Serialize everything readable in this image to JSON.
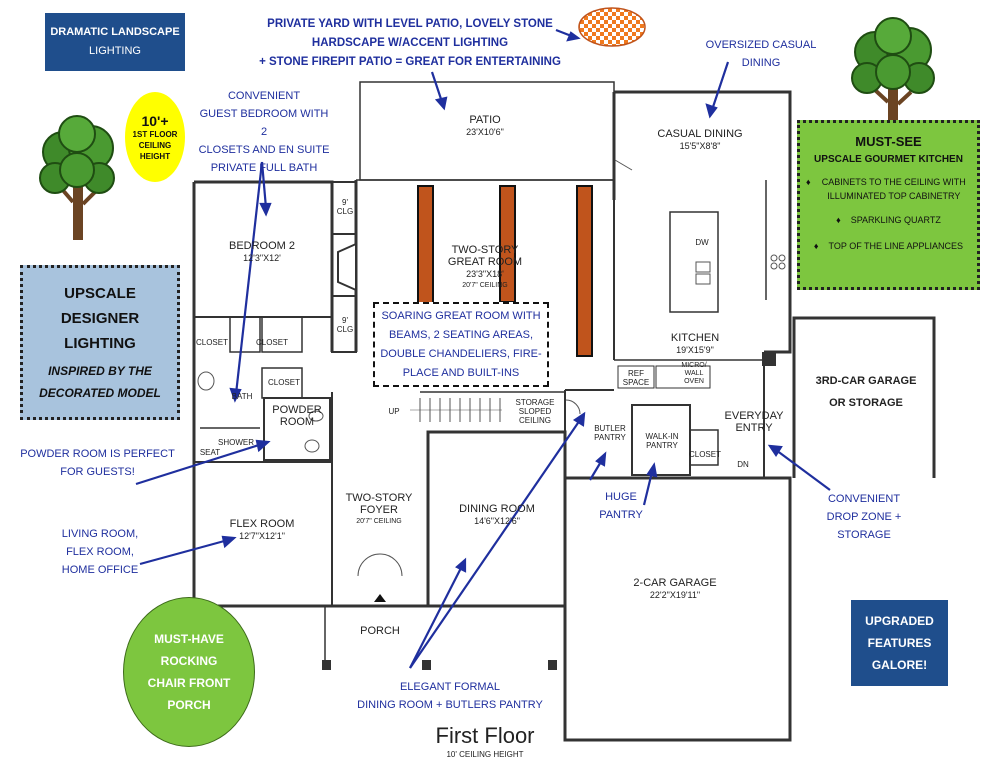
{
  "badges": {
    "landscape_lighting": [
      "DRAMATIC LANDSCAPE",
      "LIGHTING"
    ],
    "ceiling_height": [
      "10'+",
      "1ST FLOOR",
      "CEILING",
      "HEIGHT"
    ],
    "designer_lighting": [
      "UPSCALE",
      "DESIGNER",
      "LIGHTING"
    ],
    "designer_lighting_note": [
      "INSPIRED BY THE",
      "DECORATED MODEL"
    ],
    "kitchen_title": "MUST-SEE",
    "kitchen_subtitle": "UPSCALE GOURMET KITCHEN",
    "kitchen_features": [
      "CABINETS TO THE CEILING WITH ILLUMINATED TOP CABINETRY",
      "SPARKLING QUARTZ",
      "TOP OF THE LINE APPLIANCES"
    ],
    "porch": [
      "MUST-HAVE",
      "ROCKING",
      "CHAIR FRONT",
      "PORCH"
    ],
    "upgraded": [
      "UPGRADED",
      "FEATURES",
      "GALORE!"
    ]
  },
  "callouts": {
    "yard": [
      "PRIVATE YARD WITH LEVEL PATIO, LOVELY STONE",
      "HARDSCAPE W/ACCENT LIGHTING",
      "+ STONE FIREPIT PATIO = GREAT FOR ENTERTAINING"
    ],
    "casual_dining": [
      "OVERSIZED CASUAL",
      "DINING"
    ],
    "guest_bedroom": [
      "CONVENIENT",
      "GUEST BEDROOM WITH 2",
      "CLOSETS AND EN SUITE",
      "PRIVATE FULL BATH"
    ],
    "great_room": [
      "SOARING GREAT ROOM WITH",
      "BEAMS, 2 SEATING AREAS,",
      "DOUBLE CHANDELIERS, FIRE-",
      "PLACE AND BUILT-INS"
    ],
    "powder_room": [
      "POWDER ROOM IS PERFECT",
      "FOR GUESTS!"
    ],
    "living_room": [
      "LIVING ROOM,",
      "FLEX ROOM,",
      "HOME OFFICE"
    ],
    "pantry": [
      "HUGE",
      "PANTRY"
    ],
    "drop_zone": [
      "CONVENIENT",
      "DROP ZONE +",
      "STORAGE"
    ],
    "formal_dining": [
      "ELEGANT FORMAL",
      "DINING ROOM + BUTLERS PANTRY"
    ]
  },
  "rooms": {
    "patio": {
      "name": "PATIO",
      "dim": "23'X10'6\""
    },
    "casual_dining": {
      "name": "CASUAL DINING",
      "dim": "15'5\"X8'8\""
    },
    "great_room": {
      "name": "TWO-STORY",
      "name2": "GREAT ROOM",
      "dim": "23'3\"X18'",
      "sub": "20'7\" CEILING"
    },
    "bedroom2": {
      "name": "BEDROOM 2",
      "dim": "12'3\"X12'"
    },
    "kitchen": {
      "name": "KITCHEN",
      "dim": "19'X15'9\""
    },
    "powder_room": {
      "name": "POWDER",
      "name2": "ROOM"
    },
    "everyday_entry": {
      "name": "EVERYDAY",
      "name2": "ENTRY"
    },
    "flex_room": {
      "name": "FLEX ROOM",
      "dim": "12'7\"X12'1\""
    },
    "foyer": {
      "name": "TWO-STORY",
      "name2": "FOYER",
      "sub": "20'7\" CEILING"
    },
    "dining_room": {
      "name": "DINING ROOM",
      "dim": "14'6\"X12'6\""
    },
    "garage2": {
      "name": "2-CAR GARAGE",
      "dim": "22'2\"X19'11\""
    },
    "garage3": {
      "name": "3RD-CAR GARAGE",
      "name2": "OR STORAGE"
    },
    "porch": {
      "name": "PORCH"
    }
  },
  "labels": {
    "clg1": [
      "9'",
      "CLG"
    ],
    "clg2": [
      "9'",
      "CLG"
    ],
    "closet_a": "CLOSET",
    "closet_b": "CLOSET",
    "closet_c": "CLOSET",
    "closet_d": "CLOSET",
    "bath": "BATH",
    "shower": "SHOWER",
    "seat": "SEAT",
    "up": "UP",
    "storage": [
      "STORAGE",
      "SLOPED",
      "CEILING"
    ],
    "butler_pantry": [
      "BUTLER",
      "PANTRY"
    ],
    "walkin_pantry": [
      "WALK-IN",
      "PANTRY"
    ],
    "ref_space": [
      "REF",
      "SPACE"
    ],
    "micro_wall_oven": [
      "MICRO/",
      "WALL",
      "OVEN"
    ],
    "dw": "DW",
    "dn": "DN"
  },
  "footer": {
    "title": "First Floor",
    "subtitle": "10' CEILING HEIGHT"
  },
  "colors": {
    "navy": "#1f4e8c",
    "callout_blue": "#1f2f9e",
    "green": "#7dc63f",
    "yellow": "#ffff00",
    "light_blue": "#a8c3dd",
    "beam": "#c0541c"
  }
}
